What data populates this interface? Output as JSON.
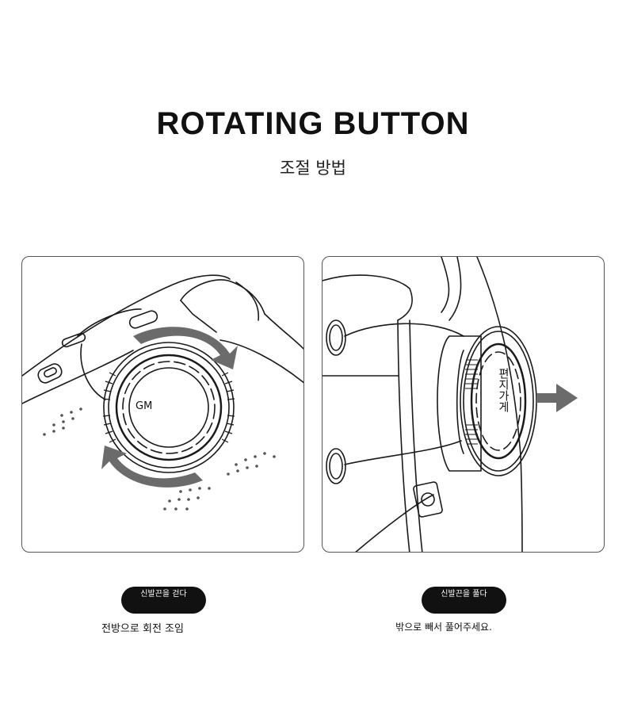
{
  "header": {
    "title": "ROTATING BUTTON",
    "subtitle": "조절 방법"
  },
  "left_panel": {
    "dial_label": "GM",
    "pill_text": "신발끈을 걷다",
    "caption": "전방으로 회전 조임"
  },
  "right_panel": {
    "dial_label": "편지가게",
    "pill_text": "신발끈을 풀다",
    "caption": "밖으로 빼서 풀어주세요."
  },
  "colors": {
    "arrow": "#6b6b6b",
    "line": "#1a1a1a",
    "pill_bg": "#111111"
  },
  "icons": [
    "rotate-arrow-icon",
    "pull-arrow-icon"
  ]
}
